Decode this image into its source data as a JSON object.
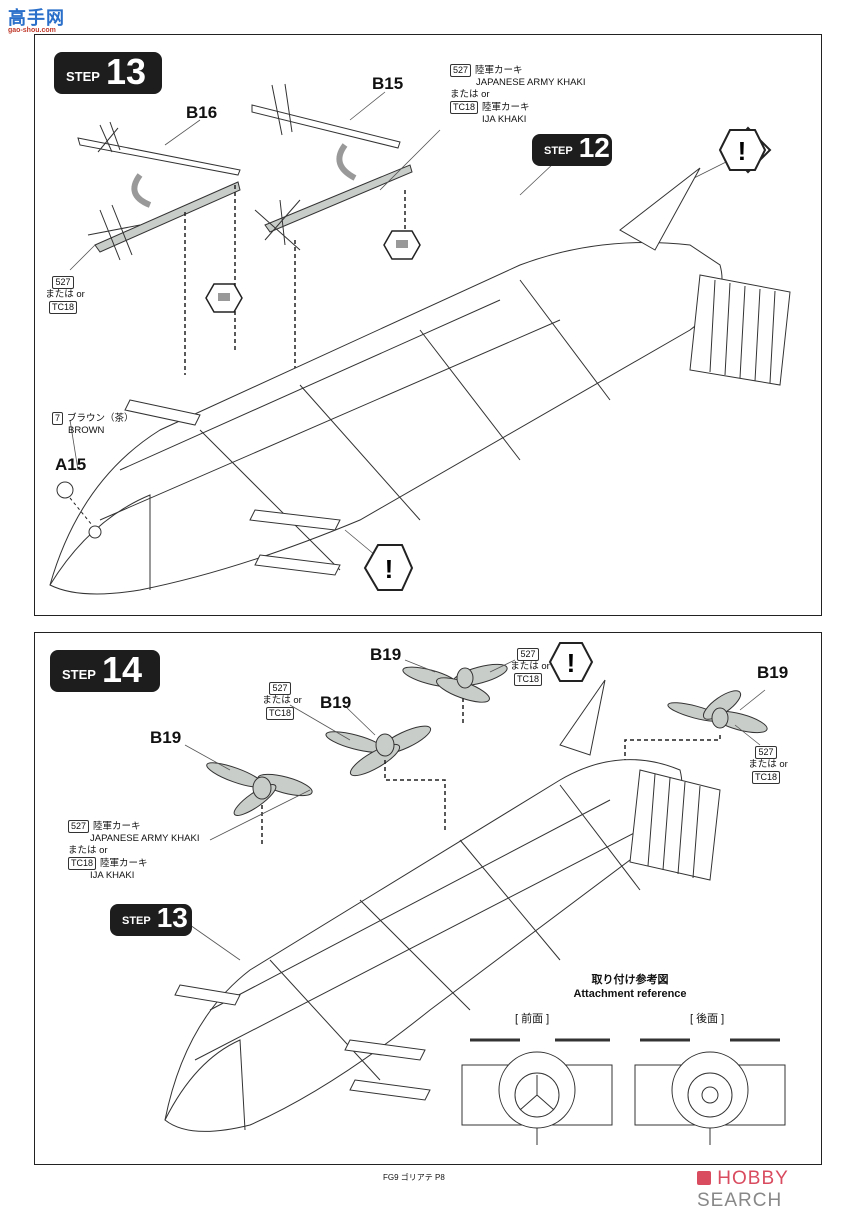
{
  "watermark": {
    "chars": "高手网",
    "url": "gao-shou.com"
  },
  "step13": {
    "step_word": "STEP",
    "step_number": "13",
    "parts": {
      "b16": "B16",
      "b15": "B15",
      "a15": "A15"
    },
    "paint_main": {
      "code1": "527",
      "name1_jp": "陸軍カーキ",
      "name1_en": "JAPANESE ARMY KHAKI",
      "or_text": "または or",
      "code2": "TC18",
      "name2_jp": "陸軍カーキ",
      "name2_en": "IJA KHAKI"
    },
    "paint_left": {
      "code1": "527",
      "or_text": "または or",
      "code2": "TC18"
    },
    "paint_brown": {
      "code": "7",
      "name_jp": "ブラウン（茶）",
      "name_en": "BROWN"
    },
    "ref_step": {
      "step_word": "STEP",
      "step_number": "12"
    },
    "caution_icons": [
      "caution-1",
      "caution-2"
    ]
  },
  "step14": {
    "step_word": "STEP",
    "step_number": "14",
    "parts": {
      "b19_a": "B19",
      "b19_b": "B19",
      "b19_c": "B19",
      "b19_d": "B19"
    },
    "paint_main": {
      "code1": "527",
      "name1_jp": "陸軍カーキ",
      "name1_en": "JAPANESE ARMY KHAKI",
      "or_text": "または or",
      "code2": "TC18",
      "name2_jp": "陸軍カーキ",
      "name2_en": "IJA KHAKI"
    },
    "paint_small": {
      "code1": "527",
      "or_text": "または or",
      "code2": "TC18"
    },
    "ref_step": {
      "step_word": "STEP",
      "step_number": "13"
    },
    "reference": {
      "title_jp": "取り付け参考図",
      "title_en": "Attachment reference",
      "front": "[ 前面 ]",
      "rear": "[ 後面 ]"
    }
  },
  "footer": {
    "page_label": "FG9 ゴリアテ P8",
    "brand": "HOBBY",
    "brand2": "SEARCH"
  }
}
